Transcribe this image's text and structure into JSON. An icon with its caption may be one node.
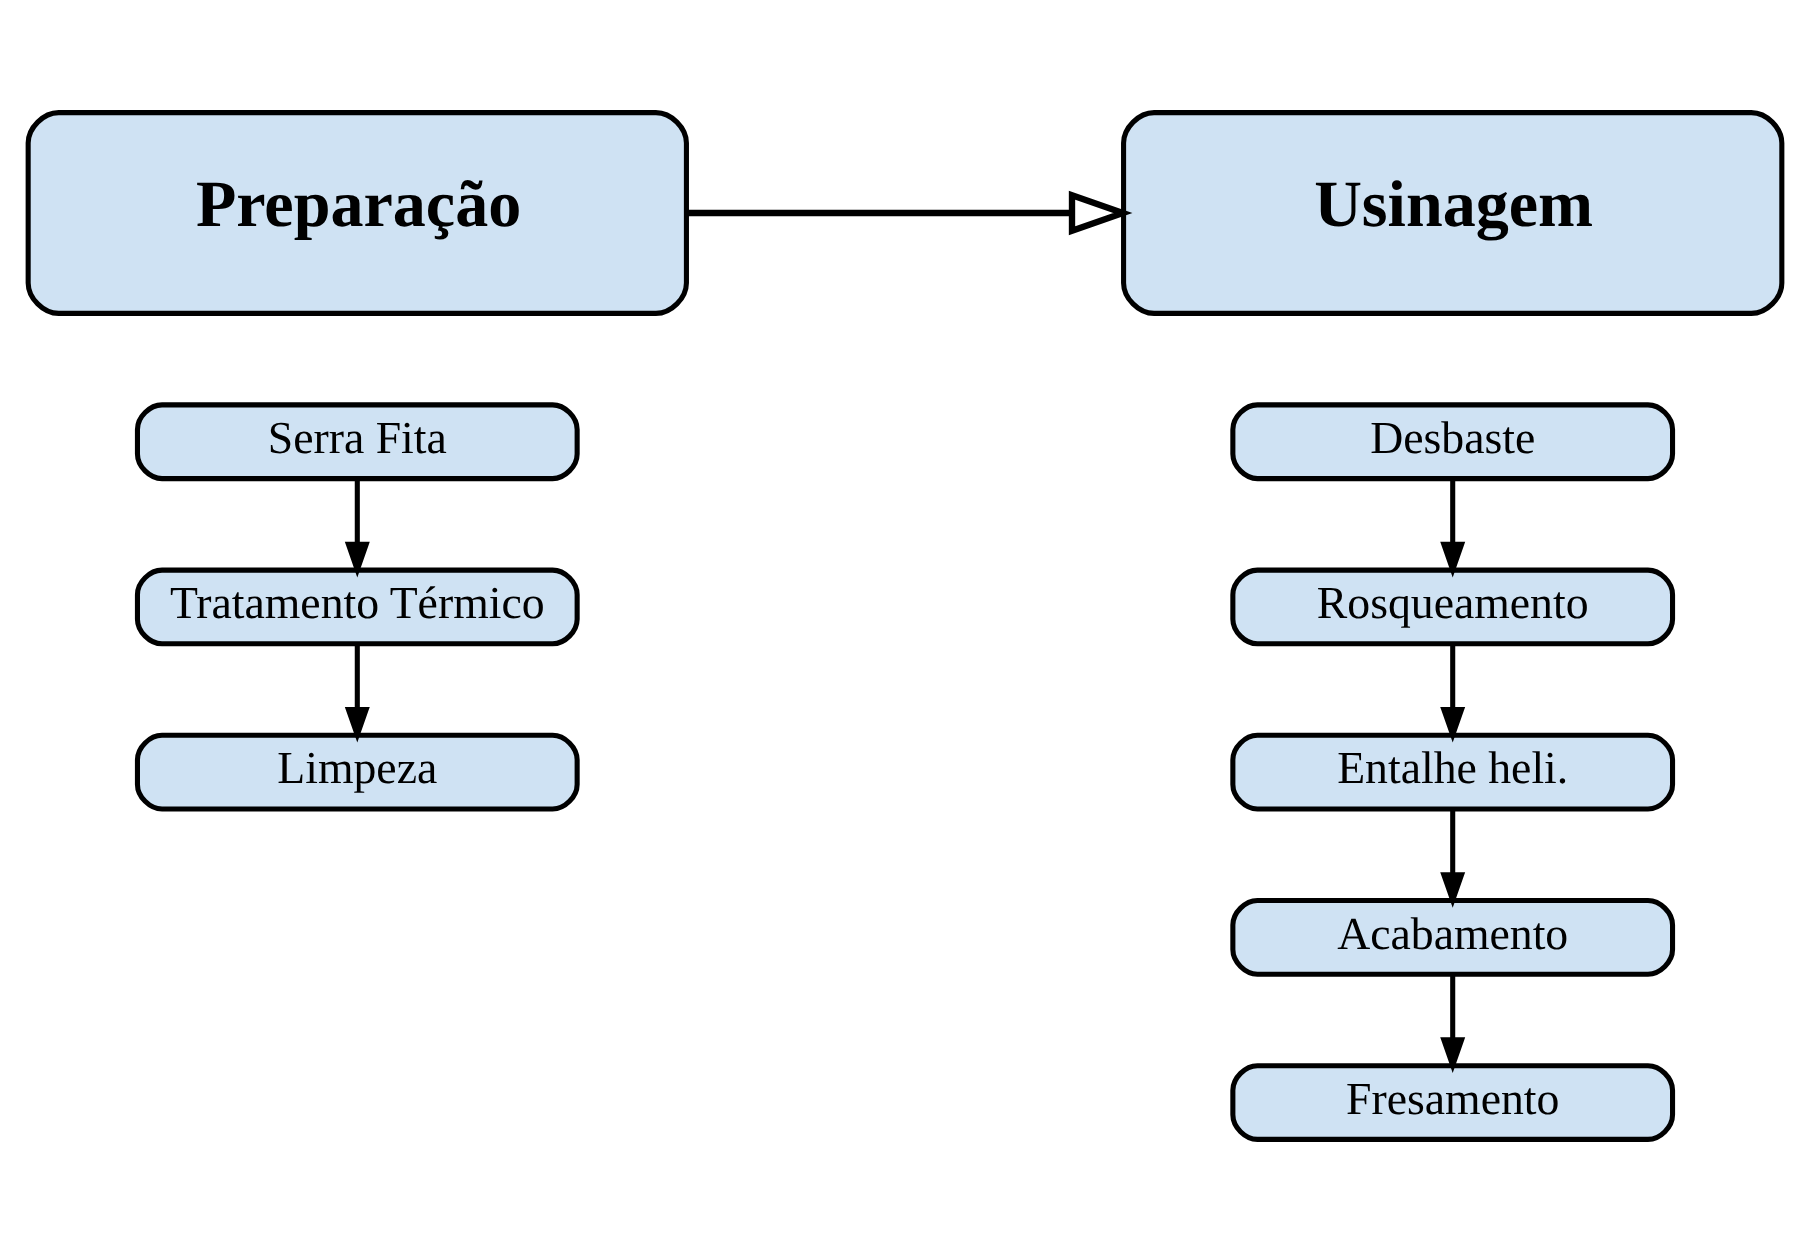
{
  "diagram": {
    "nodes": [
      {
        "text": [
          "Preparação"
        ]
      },
      {
        "text": [
          "Usinagem"
        ]
      },
      {
        "text": [
          "Serra Fita"
        ]
      },
      {
        "text": [
          "Tratamento Térmico"
        ]
      },
      {
        "text": [
          "Limpeza"
        ]
      },
      {
        "text": [
          "Desbaste"
        ]
      },
      {
        "text": [
          "Rosqueamento"
        ]
      },
      {
        "text": [
          "Entalhe heli."
        ]
      },
      {
        "text": [
          "Acabamento"
        ]
      },
      {
        "text": [
          "Fresamento"
        ]
      }
    ],
    "edges": [
      {
        "from": 0,
        "to": 1,
        "arrow": "to"
      },
      {
        "from": 2,
        "to": 3,
        "arrow": "to"
      },
      {
        "from": 3,
        "to": 4,
        "arrow": "to"
      },
      {
        "from": 5,
        "to": 6,
        "arrow": "to"
      },
      {
        "from": 6,
        "to": 7,
        "arrow": "to"
      },
      {
        "from": 7,
        "to": 8,
        "arrow": "to"
      },
      {
        "from": 8,
        "to": 9,
        "arrow": "to"
      }
    ]
  }
}
